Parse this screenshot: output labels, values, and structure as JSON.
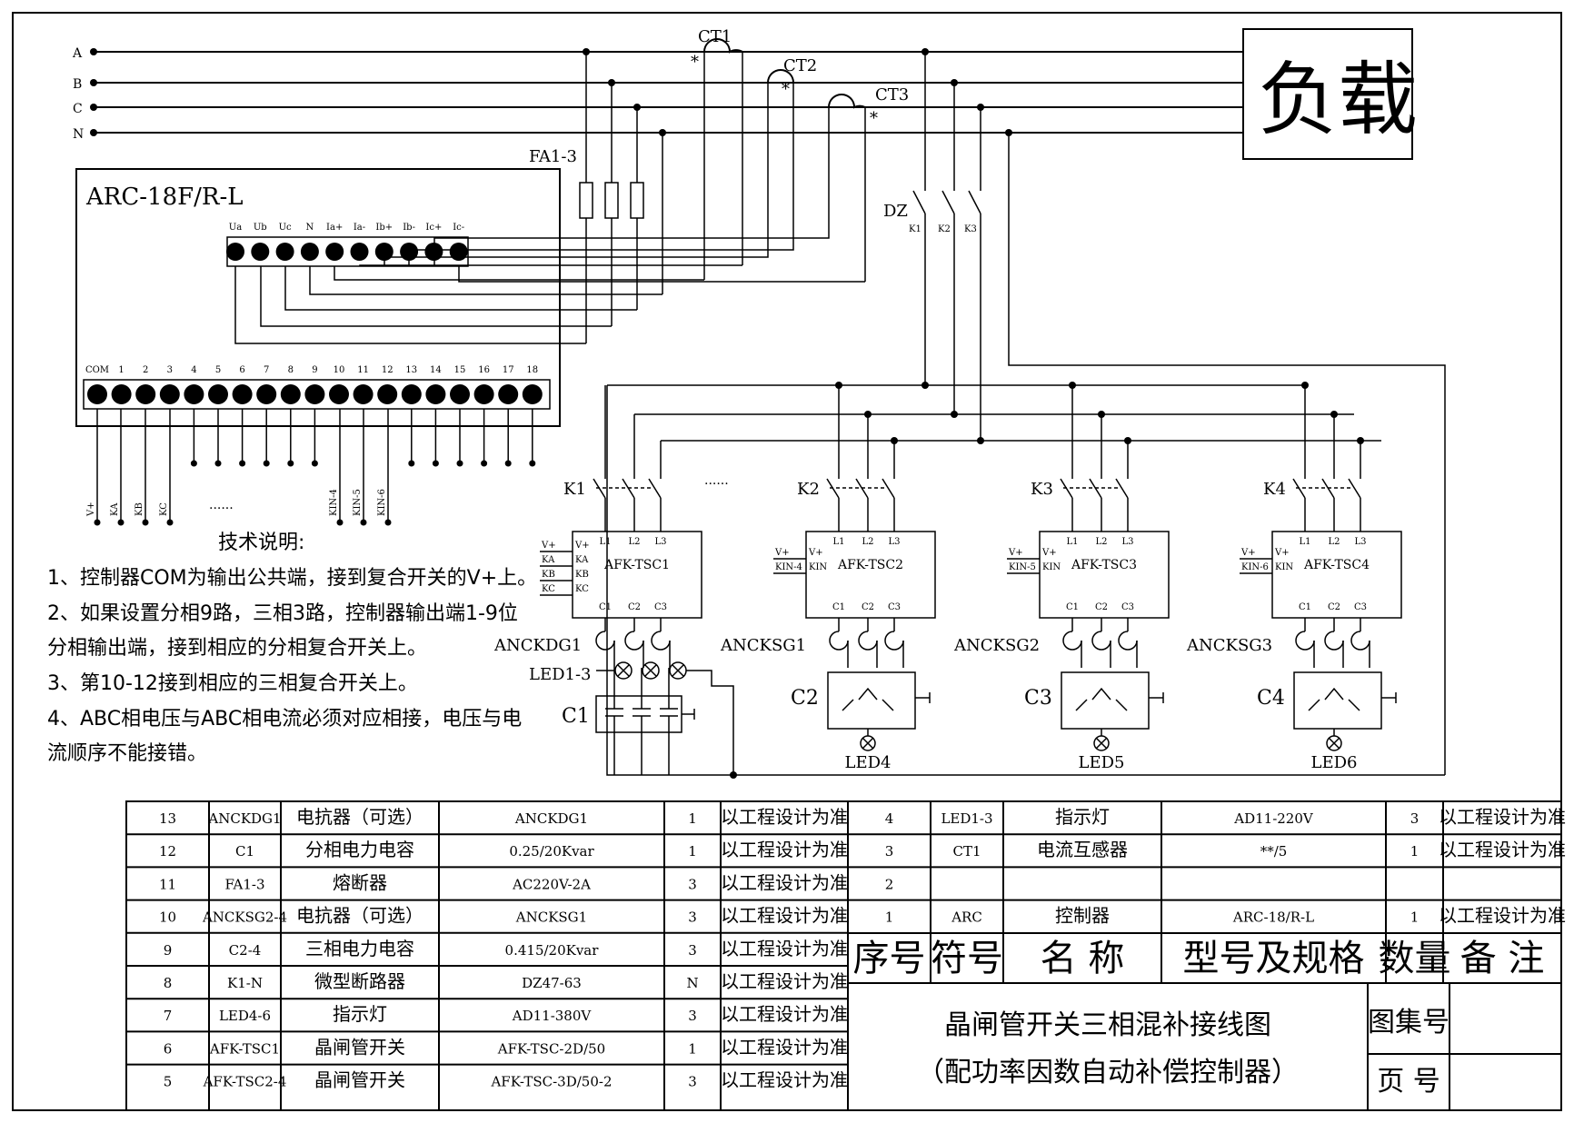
{
  "buses": [
    "A",
    "B",
    "C",
    "N"
  ],
  "load_label": "负载",
  "ct_labels": [
    "CT1",
    "CT2",
    "CT3"
  ],
  "ct_mark": "*",
  "fuse_label": "FA1-3",
  "breaker": {
    "label": "DZ",
    "poles": [
      "K1",
      "K2",
      "K3"
    ]
  },
  "controller": {
    "title": "ARC-18F/R-L",
    "input_terminals": [
      "Ua",
      "Ub",
      "Uc",
      "N",
      "Ia+",
      "Ia-",
      "Ib+",
      "Ib-",
      "Ic+",
      "Ic-"
    ],
    "output_terminals": [
      "COM",
      "1",
      "2",
      "3",
      "4",
      "5",
      "6",
      "7",
      "8",
      "9",
      "10",
      "11",
      "12",
      "13",
      "14",
      "15",
      "16",
      "17",
      "18"
    ],
    "output_wire_labels": [
      "V+",
      "KA",
      "KB",
      "KC",
      "KIN-4",
      "KIN-5",
      "KIN-6"
    ],
    "ellipsis": "......"
  },
  "branch_ellipsis": "......",
  "switches": [
    {
      "k": "K1",
      "module": "AFK-TSC1",
      "inputs": [
        "V+",
        "KA",
        "KB",
        "KC"
      ],
      "ext": [
        "V+",
        "KA",
        "KB",
        "KC"
      ],
      "reactor": "ANCKDG1",
      "cap": "C1",
      "led": "LED1-3"
    },
    {
      "k": "K2",
      "module": "AFK-TSC2",
      "inputs": [
        "V+",
        "KIN"
      ],
      "ext": [
        "V+",
        "KIN-4"
      ],
      "reactor": "ANCKSG1",
      "cap": "C2",
      "led": "LED4"
    },
    {
      "k": "K3",
      "module": "AFK-TSC3",
      "inputs": [
        "V+",
        "KIN"
      ],
      "ext": [
        "V+",
        "KIN-5"
      ],
      "reactor": "ANCKSG2",
      "cap": "C3",
      "led": "LED5"
    },
    {
      "k": "K4",
      "module": "AFK-TSC4",
      "inputs": [
        "V+",
        "KIN"
      ],
      "ext": [
        "V+",
        "KIN-6"
      ],
      "reactor": "ANCKSG3",
      "cap": "C4",
      "led": "LED6"
    }
  ],
  "module_pins": {
    "top": [
      "L1",
      "L2",
      "L3"
    ],
    "bottom": [
      "C1",
      "C2",
      "C3"
    ]
  },
  "notes": {
    "title": "技术说明:",
    "lines": [
      "1、控制器COM为输出公共端，接到复合开关的V+上。",
      "2、如果设置分相9路，三相3路，控制器输出端1-9位",
      "分相输出端，接到相应的分相复合开关上。",
      "3、第10-12接到相应的三相复合开关上。",
      "4、ABC相电压与ABC相电流必须对应相接，电压与电",
      "流顺序不能接错。"
    ]
  },
  "table": {
    "left_rows": [
      [
        "13",
        "ANCKDG1",
        "电抗器（可选）",
        "ANCKDG1",
        "1",
        "以工程设计为准"
      ],
      [
        "12",
        "C1",
        "分相电力电容",
        "0.25/20Kvar",
        "1",
        "以工程设计为准"
      ],
      [
        "11",
        "FA1-3",
        "熔断器",
        "AC220V-2A",
        "3",
        "以工程设计为准"
      ],
      [
        "10",
        "ANCKSG2-4",
        "电抗器（可选）",
        "ANCKSG1",
        "3",
        "以工程设计为准"
      ],
      [
        "9",
        "C2-4",
        "三相电力电容",
        "0.415/20Kvar",
        "3",
        "以工程设计为准"
      ],
      [
        "8",
        "K1-N",
        "微型断路器",
        "DZ47-63",
        "N",
        "以工程设计为准"
      ],
      [
        "7",
        "LED4-6",
        "指示灯",
        "AD11-380V",
        "3",
        "以工程设计为准"
      ],
      [
        "6",
        "AFK-TSC1",
        "晶闸管开关",
        "AFK-TSC-2D/50",
        "1",
        "以工程设计为准"
      ],
      [
        "5",
        "AFK-TSC2-4",
        "晶闸管开关",
        "AFK-TSC-3D/50-2",
        "3",
        "以工程设计为准"
      ]
    ],
    "right_rows": [
      [
        "4",
        "LED1-3",
        "指示灯",
        "AD11-220V",
        "3",
        "以工程设计为准"
      ],
      [
        "3",
        "CT1",
        "电流互感器",
        "**/5",
        "1",
        "以工程设计为准"
      ],
      [
        "2",
        "",
        "",
        "",
        "",
        ""
      ],
      [
        "1",
        "ARC",
        "控制器",
        "ARC-18/R-L",
        "1",
        "以工程设计为准"
      ]
    ],
    "header": [
      "序号",
      "符号",
      "名 称",
      "型号及规格",
      "数量",
      "备 注"
    ],
    "title_lines": [
      "晶闸管开关三相混补接线图",
      "（配功率因数自动补偿控制器）"
    ],
    "atlas_label": "图集号",
    "page_label": "页 号"
  }
}
